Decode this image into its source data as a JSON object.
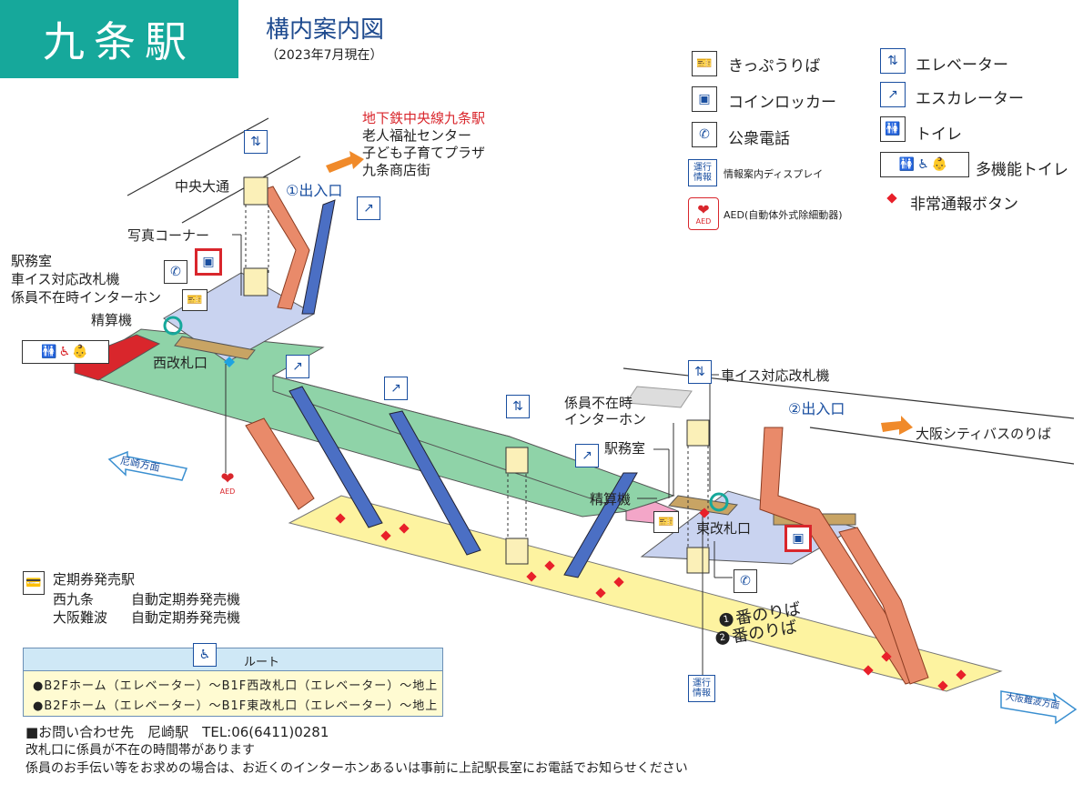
{
  "header": {
    "station_name": "九条駅",
    "subtitle": "構内案内図",
    "as_of": "（2023年7月現在）"
  },
  "legend": {
    "items": [
      {
        "icon": "ticket-machine-icon",
        "label": "きっぷうりば"
      },
      {
        "icon": "coin-locker-icon",
        "label": "コインロッカー"
      },
      {
        "icon": "phone-icon",
        "label": "公衆電話"
      },
      {
        "icon": "info-display-icon",
        "label": "情報案内ディスプレイ",
        "icon_text": "運行情報"
      },
      {
        "icon": "aed-icon",
        "label": "AED(自動体外式除細動器)",
        "icon_text": "AED"
      },
      {
        "icon": "elevator-icon",
        "label": "エレベーター"
      },
      {
        "icon": "escalator-icon",
        "label": "エスカレーター"
      },
      {
        "icon": "toilet-icon",
        "label": "トイレ"
      },
      {
        "icon": "multipurpose-toilet-icon",
        "label": "多機能トイレ"
      },
      {
        "icon": "emergency-button-icon",
        "label": "非常通報ボタン"
      }
    ]
  },
  "map_labels": {
    "subway": "地下鉄中央線九条駅",
    "welfare": "老人福祉センター",
    "kids": "子ども子育てプラザ",
    "shopping": "九条商店街",
    "chuo_odori": "中央大通",
    "exit1": "①出入口",
    "photo_corner": "写真コーナー",
    "west_office": "駅務室",
    "west_wheelchair_gate": "車イス対応改札機",
    "west_intercom": "係員不在時インターホン",
    "west_fare_adjust": "精算機",
    "west_gate": "西改札口",
    "amagasaki": "尼崎方面",
    "east_wheelchair_gate": "車イス対応改札機",
    "exit2": "②出入口",
    "bus": "大阪シティバスのりば",
    "east_intercom_1": "係員不在時",
    "east_intercom_2": "インターホン",
    "east_office": "駅務室",
    "east_fare_adjust": "精算機",
    "east_gate": "東改札口",
    "platform1": "番のりば",
    "platform2": "番のりば",
    "platform1_num": "1",
    "platform2_num": "2",
    "osaka_namba": "大阪難波方面",
    "info_display_text": "運行情報",
    "aed_text": "AED"
  },
  "commuter_pass": {
    "title": "定期券発売駅",
    "rows": [
      {
        "station": "西九条",
        "type": "自動定期券発売機"
      },
      {
        "station": "大阪難波",
        "type": "自動定期券発売機"
      }
    ]
  },
  "route": {
    "header": "ルート",
    "lines": [
      "●B2Fホーム（エレベーター）～B1F西改札口（エレベーター）～地上",
      "●B2Fホーム（エレベーター）～B1F東改札口（エレベーター）～地上"
    ]
  },
  "footer": {
    "contact": "■お問い合わせ先　尼崎駅　TEL:06(6411)0281",
    "note1": "改札口に係員が不在の時間帯があります",
    "note2": "係員のお手伝い等をお求めの場合は、お近くのインターホンあるいは事前に上記駅長室にお電話でお知らせください"
  },
  "colors": {
    "brand": "#16a89b",
    "concourse": "#8fd3a8",
    "platform": "#fdf3a0",
    "gate_area": "#c9d3f0",
    "stairs": "#e98a6a",
    "escalator": "#4b6fc4",
    "emergency": "#e8202a",
    "toilet_block": "#d9262c"
  }
}
